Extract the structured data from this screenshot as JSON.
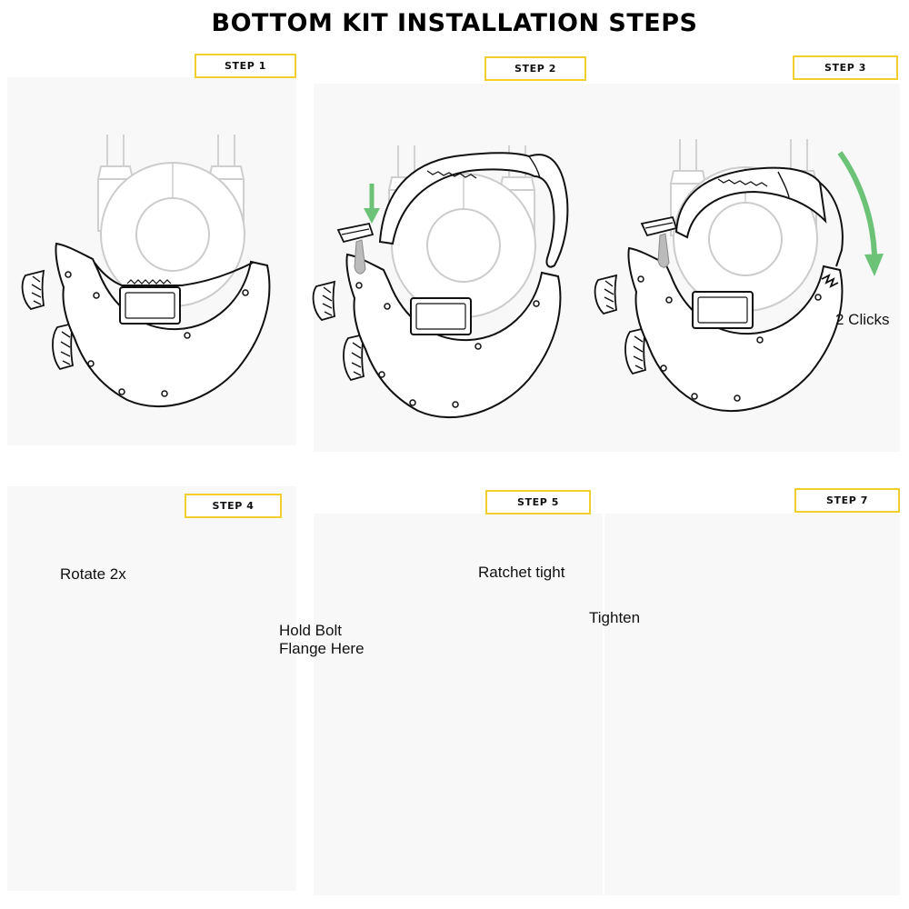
{
  "title": "BOTTOM KIT INSTALLATION STEPS",
  "steps": [
    {
      "label": "STEP 1"
    },
    {
      "label": "STEP 2"
    },
    {
      "label": "STEP 3"
    },
    {
      "label": "STEP 4"
    },
    {
      "label": "STEP 5"
    },
    {
      "label": "STEP 7"
    }
  ],
  "annotations": {
    "clicks": "2 Clicks",
    "rotate": "Rotate 2x",
    "hold_line1": "Hold Bolt",
    "hold_line2": "Flange Here",
    "ratchet": "Ratchet tight",
    "tighten": "Tighten"
  },
  "colors": {
    "step_border": "#f1cf2f",
    "arrow_green": "#6cc276",
    "check_green": "#5cc06a"
  }
}
